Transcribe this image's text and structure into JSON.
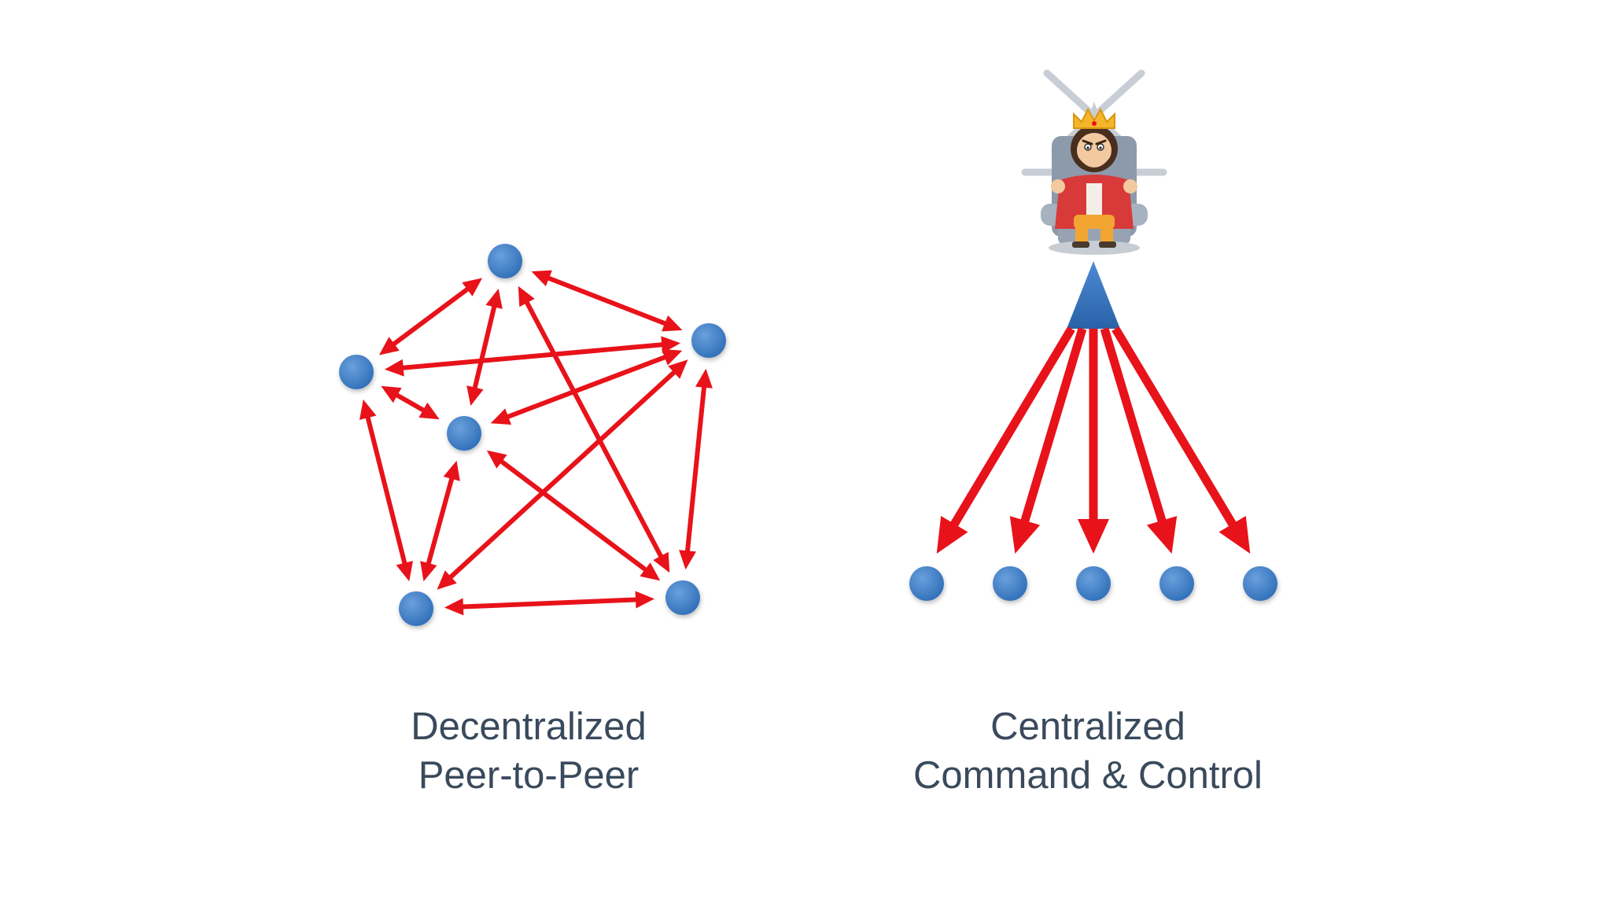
{
  "colors": {
    "node": "#2f6fb8",
    "node_highlight": "#6aa0dd",
    "arrow": "#e8121a",
    "caption": "#3a4a5c",
    "background": "#ffffff"
  },
  "decentralized": {
    "caption_line1": "Decentralized",
    "caption_line2": "Peer-to-Peer",
    "nodes": [
      "top",
      "upper-left",
      "upper-right",
      "center",
      "lower-left",
      "lower-right"
    ],
    "links": [
      [
        "top",
        "upper-left"
      ],
      [
        "top",
        "upper-right"
      ],
      [
        "top",
        "center"
      ],
      [
        "top",
        "lower-right"
      ],
      [
        "upper-left",
        "upper-right"
      ],
      [
        "upper-left",
        "center"
      ],
      [
        "upper-left",
        "lower-left"
      ],
      [
        "upper-right",
        "center"
      ],
      [
        "upper-right",
        "lower-left"
      ],
      [
        "upper-right",
        "lower-right"
      ],
      [
        "center",
        "lower-left"
      ],
      [
        "center",
        "lower-right"
      ],
      [
        "lower-left",
        "lower-right"
      ]
    ]
  },
  "centralized": {
    "caption_line1": "Centralized",
    "caption_line2": "Command & Control",
    "leader_icon": "king-on-throne-icon",
    "hub_icon": "triangle-hub-icon",
    "node_count": 5
  }
}
